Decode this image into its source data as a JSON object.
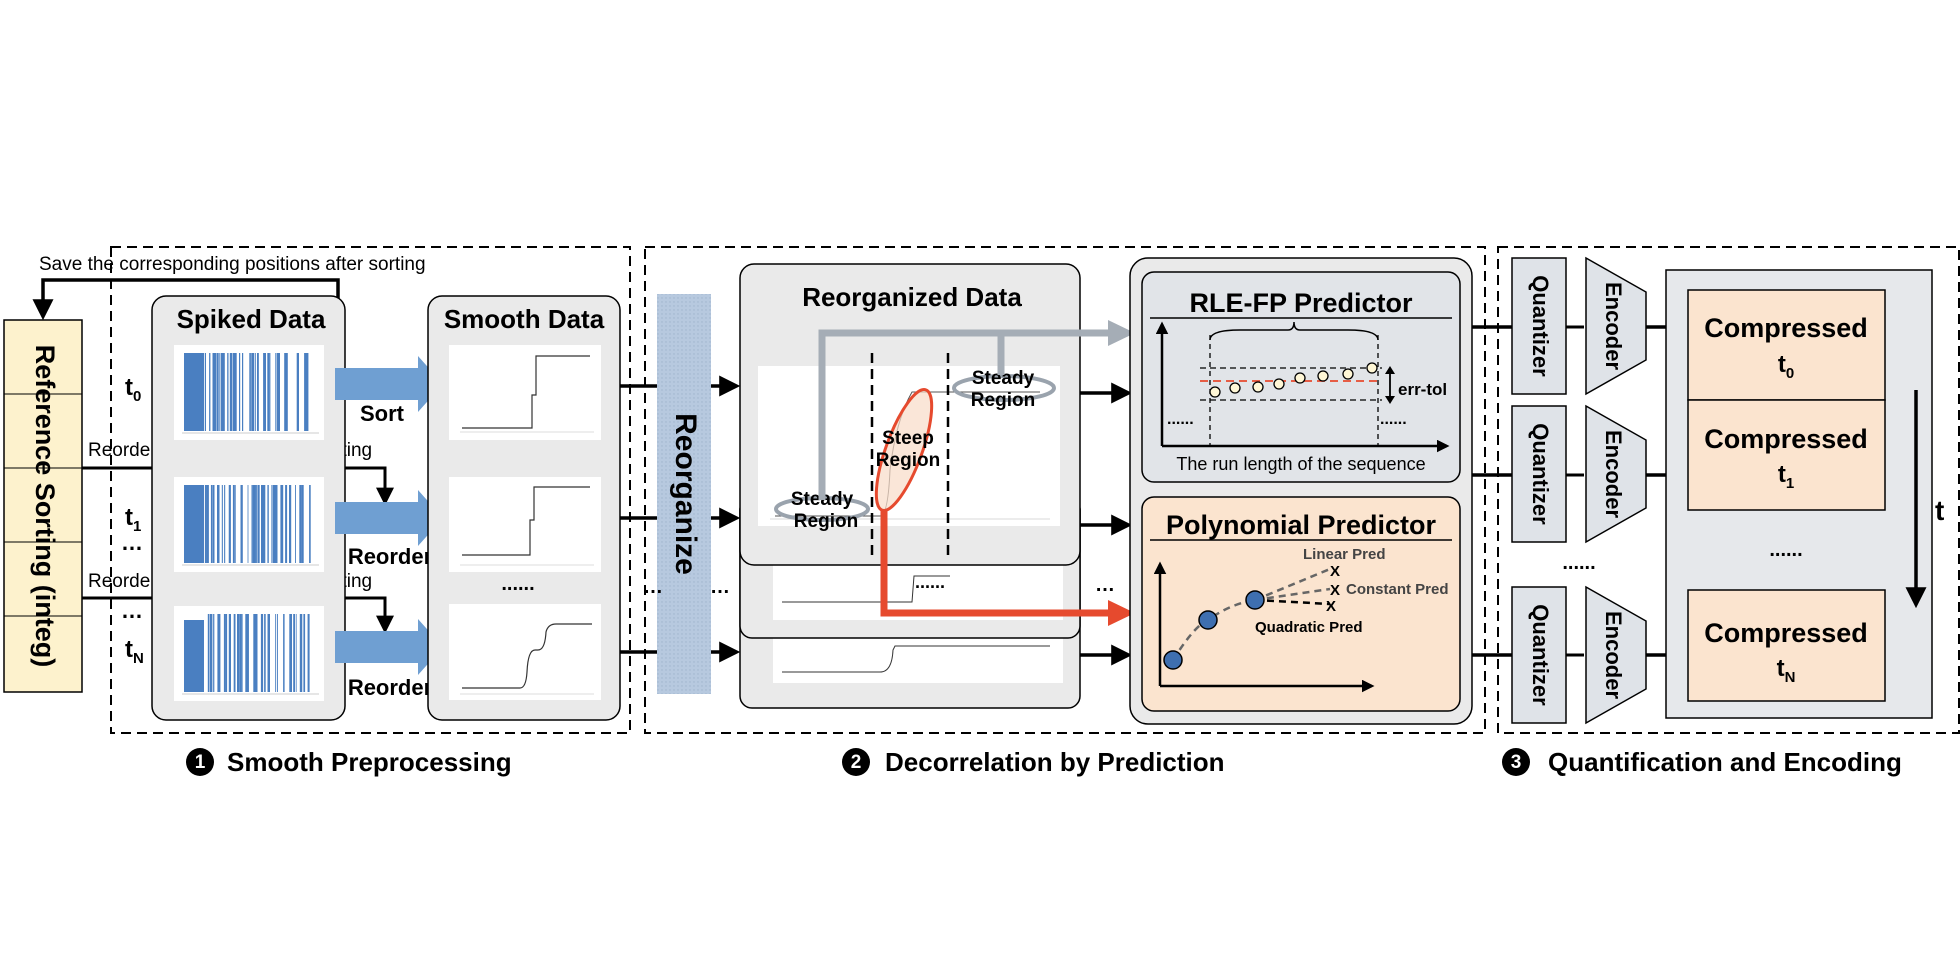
{
  "reference_sorting": {
    "label": "Reference Sorting (integ)"
  },
  "feedback": {
    "save_positions": "Save the corresponding positions after sorting",
    "reorder_1": "Reorder data by reference sorting",
    "reorder_2": "Reorder data by reference sorting"
  },
  "stage1": {
    "spiked_title": "Spiked Data",
    "smooth_title": "Smooth Data",
    "time_labels": {
      "t0": "t",
      "t0_sub": "0",
      "t1": "t",
      "t1_sub": "1",
      "tn": "t",
      "tn_sub": "N"
    },
    "ellipsis_left_1": "…",
    "ellipsis_left_2": "…",
    "ellipsis_smooth": "......",
    "arrow_sort": "Sort",
    "arrow_reorder_1": "Reorder",
    "arrow_reorder_2": "Reorder",
    "caption_number": "1",
    "caption": "Smooth Preprocessing"
  },
  "stage2": {
    "reorganize": "Reorganize",
    "reorg_title": "Reorganized Data",
    "steady_region_left": [
      "Steady",
      "Region"
    ],
    "steep_region": [
      "Steep",
      "Region"
    ],
    "steady_region_right": [
      "Steady",
      "Region"
    ],
    "ellipsis_between_1": "…",
    "ellipsis_between_2": "…",
    "ellipsis_mid": "......",
    "ellipsis_right": "…",
    "rle_title": "RLE-FP Predictor",
    "err_tol": "err-tol",
    "run_length_caption": "The run length of the sequence",
    "poly_title": "Polynomial Predictor",
    "linear_pred": "Linear Pred",
    "constant_pred": "Constant Pred",
    "quadratic_pred": "Quadratic Pred",
    "x_mark": "X",
    "caption_number": "2",
    "caption": "Decorrelation by Prediction"
  },
  "stage3": {
    "quantizer": "Quantizer",
    "encoder": "Encoder",
    "compressed": "Compressed",
    "t_labels": {
      "t0": "t",
      "t0_sub": "0",
      "t1": "t",
      "t1_sub": "1",
      "tn": "t",
      "tn_sub": "N"
    },
    "ellipsis_quant": "......",
    "ellipsis_compressed": "......",
    "time_axis": "t",
    "caption_number": "3",
    "caption": "Quantification and Encoding"
  },
  "colors": {
    "sorting_fill": "#fdf2cd",
    "blue_arrow": "#6f9fd2",
    "reorganize_fill": "#b7c9df",
    "panel_gray": "#eaeaea",
    "compressed_fill": "#fbe4cf",
    "red": "#e64a2e",
    "gray_arrow": "#a5adb6"
  }
}
